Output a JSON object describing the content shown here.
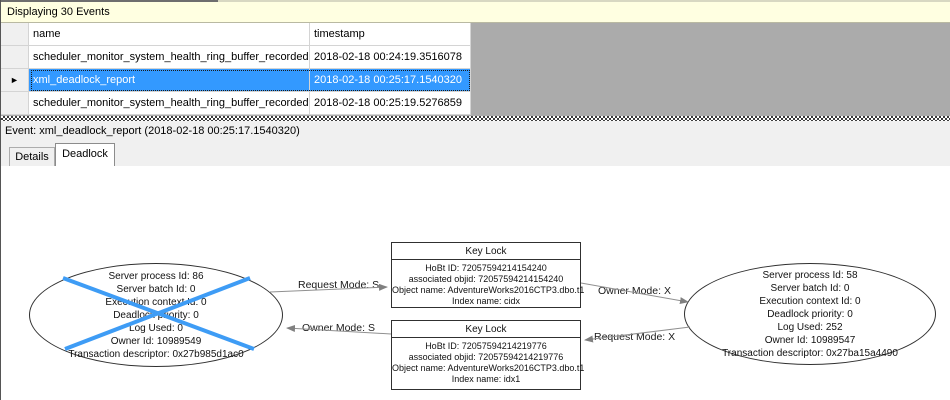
{
  "window": {
    "status_bar": "Displaying 30 Events"
  },
  "icons": {
    "current_row_marker": "►"
  },
  "events_grid": {
    "columns": [
      {
        "label": "name"
      },
      {
        "label": "timestamp"
      }
    ],
    "rows": [
      {
        "name": "scheduler_monitor_system_health_ring_buffer_recorded",
        "timestamp": "2018-02-18 00:24:19.3516078",
        "selected": false
      },
      {
        "name": "xml_deadlock_report",
        "timestamp": "2018-02-18 00:25:17.1540320",
        "selected": true
      },
      {
        "name": "scheduler_monitor_system_health_ring_buffer_recorded",
        "timestamp": "2018-02-18 00:25:19.5276859",
        "selected": false
      }
    ]
  },
  "event_header": {
    "text": "Event: xml_deadlock_report (2018-02-18 00:25:17.1540320)"
  },
  "tabs": [
    {
      "label": "Details",
      "active": false
    },
    {
      "label": "Deadlock",
      "active": true
    }
  ],
  "deadlock_graph": {
    "processes": [
      {
        "role": "victim",
        "crossed_out": true,
        "lines": [
          "Server process Id: 86",
          "Server batch Id: 0",
          "Execution context Id: 0",
          "Deadlock priority: 0",
          "Log Used: 0",
          "Owner Id: 10989549",
          "Transaction descriptor: 0x27b985d1ac0"
        ]
      },
      {
        "role": "winner",
        "crossed_out": false,
        "lines": [
          "Server process Id: 58",
          "Server batch Id: 0",
          "Execution context Id: 0",
          "Deadlock priority: 0",
          "Log Used: 252",
          "Owner Id: 10989547",
          "Transaction descriptor: 0x27ba15a4490"
        ]
      }
    ],
    "resources": [
      {
        "title": "Key Lock",
        "lines": [
          "HoBt ID: 72057594214154240",
          "associated objid: 72057594214154240",
          "Object name: AdventureWorks2016CTP3.dbo.t1",
          "Index name: cidx"
        ]
      },
      {
        "title": "Key Lock",
        "lines": [
          "HoBt ID: 72057594214219776",
          "associated objid: 72057594214219776",
          "Object name: AdventureWorks2016CTP3.dbo.t1",
          "Index name: idx1"
        ]
      }
    ],
    "edges": [
      {
        "label": "Request Mode: S",
        "from": "process-victim",
        "to": "resource-top"
      },
      {
        "label": "Owner Mode: S",
        "from": "resource-bottom",
        "to": "process-victim"
      },
      {
        "label": "Owner Mode: X",
        "from": "resource-top",
        "to": "process-winner"
      },
      {
        "label": "Request Mode: X",
        "from": "process-winner",
        "to": "resource-bottom"
      }
    ]
  },
  "colors": {
    "selection": "#3399FF",
    "victim_cross": "#3E9CF5",
    "info_bar": "#FFFFE1",
    "grid_background": "#ABABAB",
    "edge_line": "#808080"
  }
}
